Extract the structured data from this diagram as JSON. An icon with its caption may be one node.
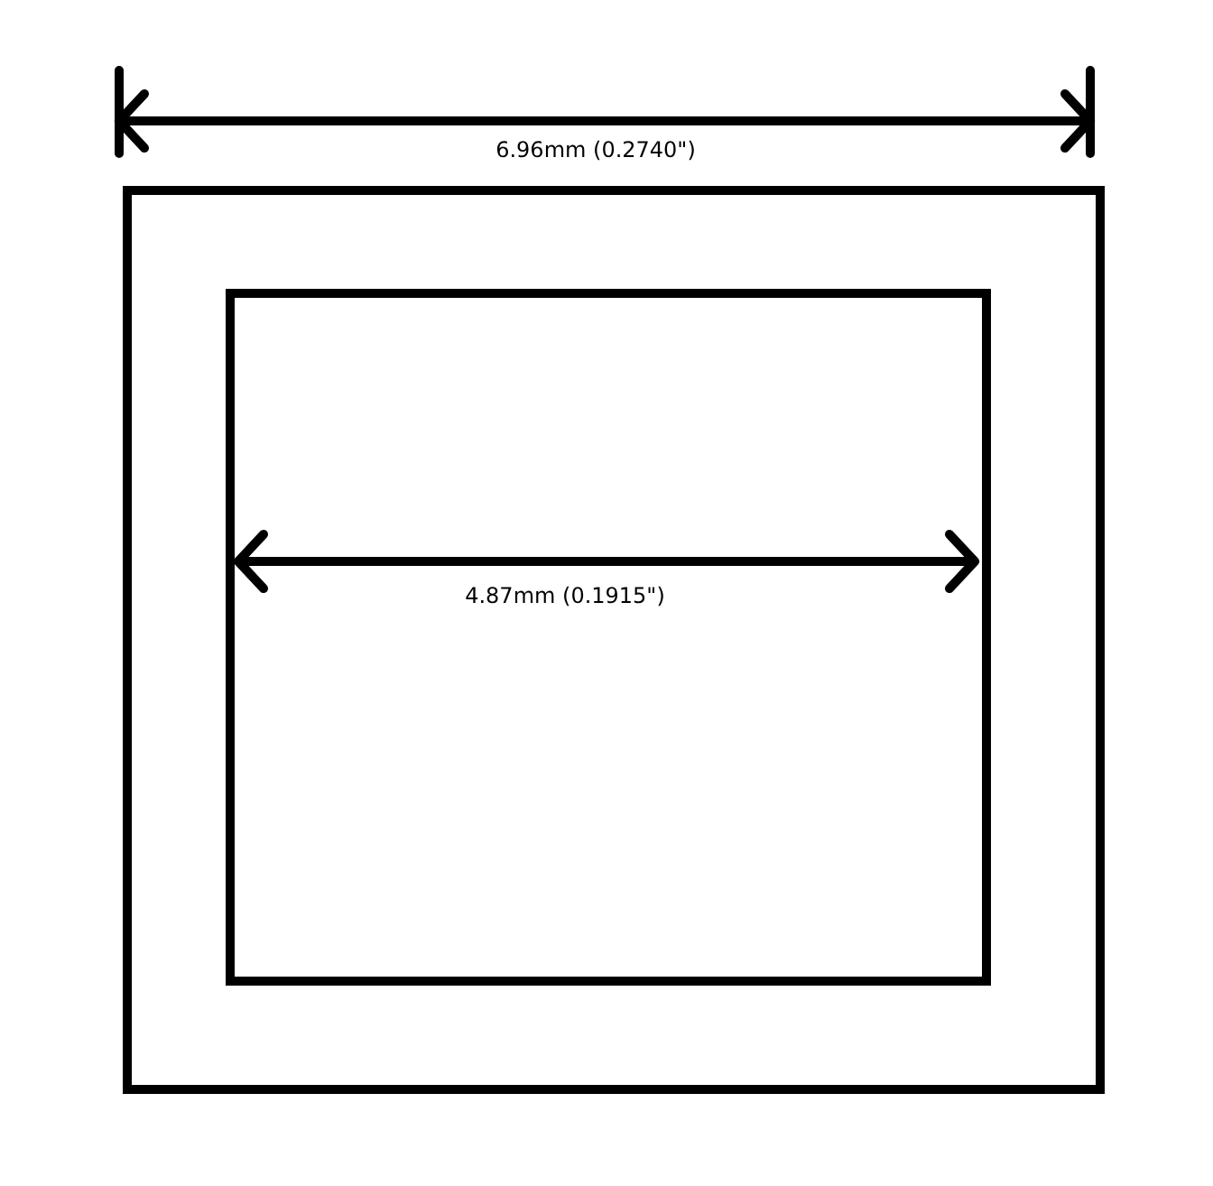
{
  "diagram": {
    "nodes": [
      {
        "text": [],
        "shape": "box"
      },
      {
        "text": [],
        "shape": "box",
        "in": 0
      }
    ],
    "labels": [
      "6.96mm (0.2740\")",
      "4.87mm (0.1915\")"
    ]
  }
}
